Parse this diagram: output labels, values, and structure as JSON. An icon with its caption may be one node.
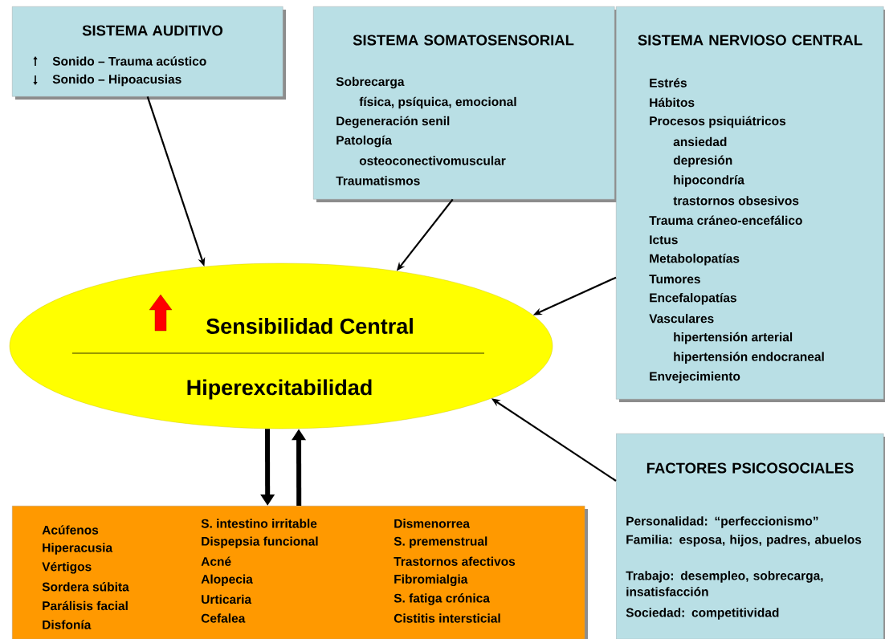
{
  "diagram": {
    "nodes": [
      {
        "text": [
          "SISTEMA AUDITIVO",
          "Sonido – Trauma acústico",
          "Sonido – Hipoacusias"
        ]
      },
      {
        "text": [
          "SISTEMA SOMATOSENSORIAL",
          "Sobrecarga",
          "física, psíquica, emocional",
          "Degeneración senil",
          "Patología",
          "osteoconectivomuscular",
          "Traumatismos"
        ]
      },
      {
        "text": [
          "SISTEMA NERVIOSO CENTRAL",
          "Estrés",
          "Hábitos",
          "Procesos psiquiátricos",
          "ansiedad",
          "depresión",
          "hipocondría",
          "trastornos obsesivos",
          "Trauma cráneo-encefálico",
          "Ictus",
          "Metabolopatías",
          "Tumores",
          "Encefalopatías",
          "Vasculares",
          "hipertensión arterial",
          "hipertensión endocraneal",
          "Envejecimiento"
        ]
      },
      {
        "text": [
          "Sensibilidad Central",
          "Hiperexcitabilidad"
        ]
      },
      {
        "text": [
          "FACTORES PSICOSOCIALES",
          "Personalidad: “perfeccionismo”",
          "Familia: esposa, hijos, padres, abuelos",
          "Trabajo: desempleo, sobrecarga, insatisfacción",
          "Sociedad: competitividad"
        ]
      },
      {
        "text": [
          "Acúfenos",
          "Hiperacusia",
          "Vértigos",
          "Sordera súbita",
          "Parálisis facial",
          "Disfonía",
          "S. intestino irritable",
          "Dispepsia funcional",
          "Acné",
          "Alopecia",
          "Urticaria",
          "Cefalea",
          "Dismenorrea",
          "S. premenstrual",
          "Trastornos afectivos",
          "Fibromialgia",
          "S. fatiga crónica",
          "Cistitis intersticial"
        ]
      }
    ],
    "edges": [
      {
        "from": 0,
        "to": 3,
        "arrow": "to"
      },
      {
        "from": 1,
        "to": 3,
        "arrow": "to"
      },
      {
        "from": 2,
        "to": 3,
        "arrow": "to"
      },
      {
        "from": 4,
        "to": 3,
        "arrow": "to"
      },
      {
        "from": 3,
        "to": 5,
        "arrow": "to",
        "style": "thick"
      },
      {
        "from": 5,
        "to": 3,
        "arrow": "to",
        "style": "thick"
      }
    ]
  }
}
